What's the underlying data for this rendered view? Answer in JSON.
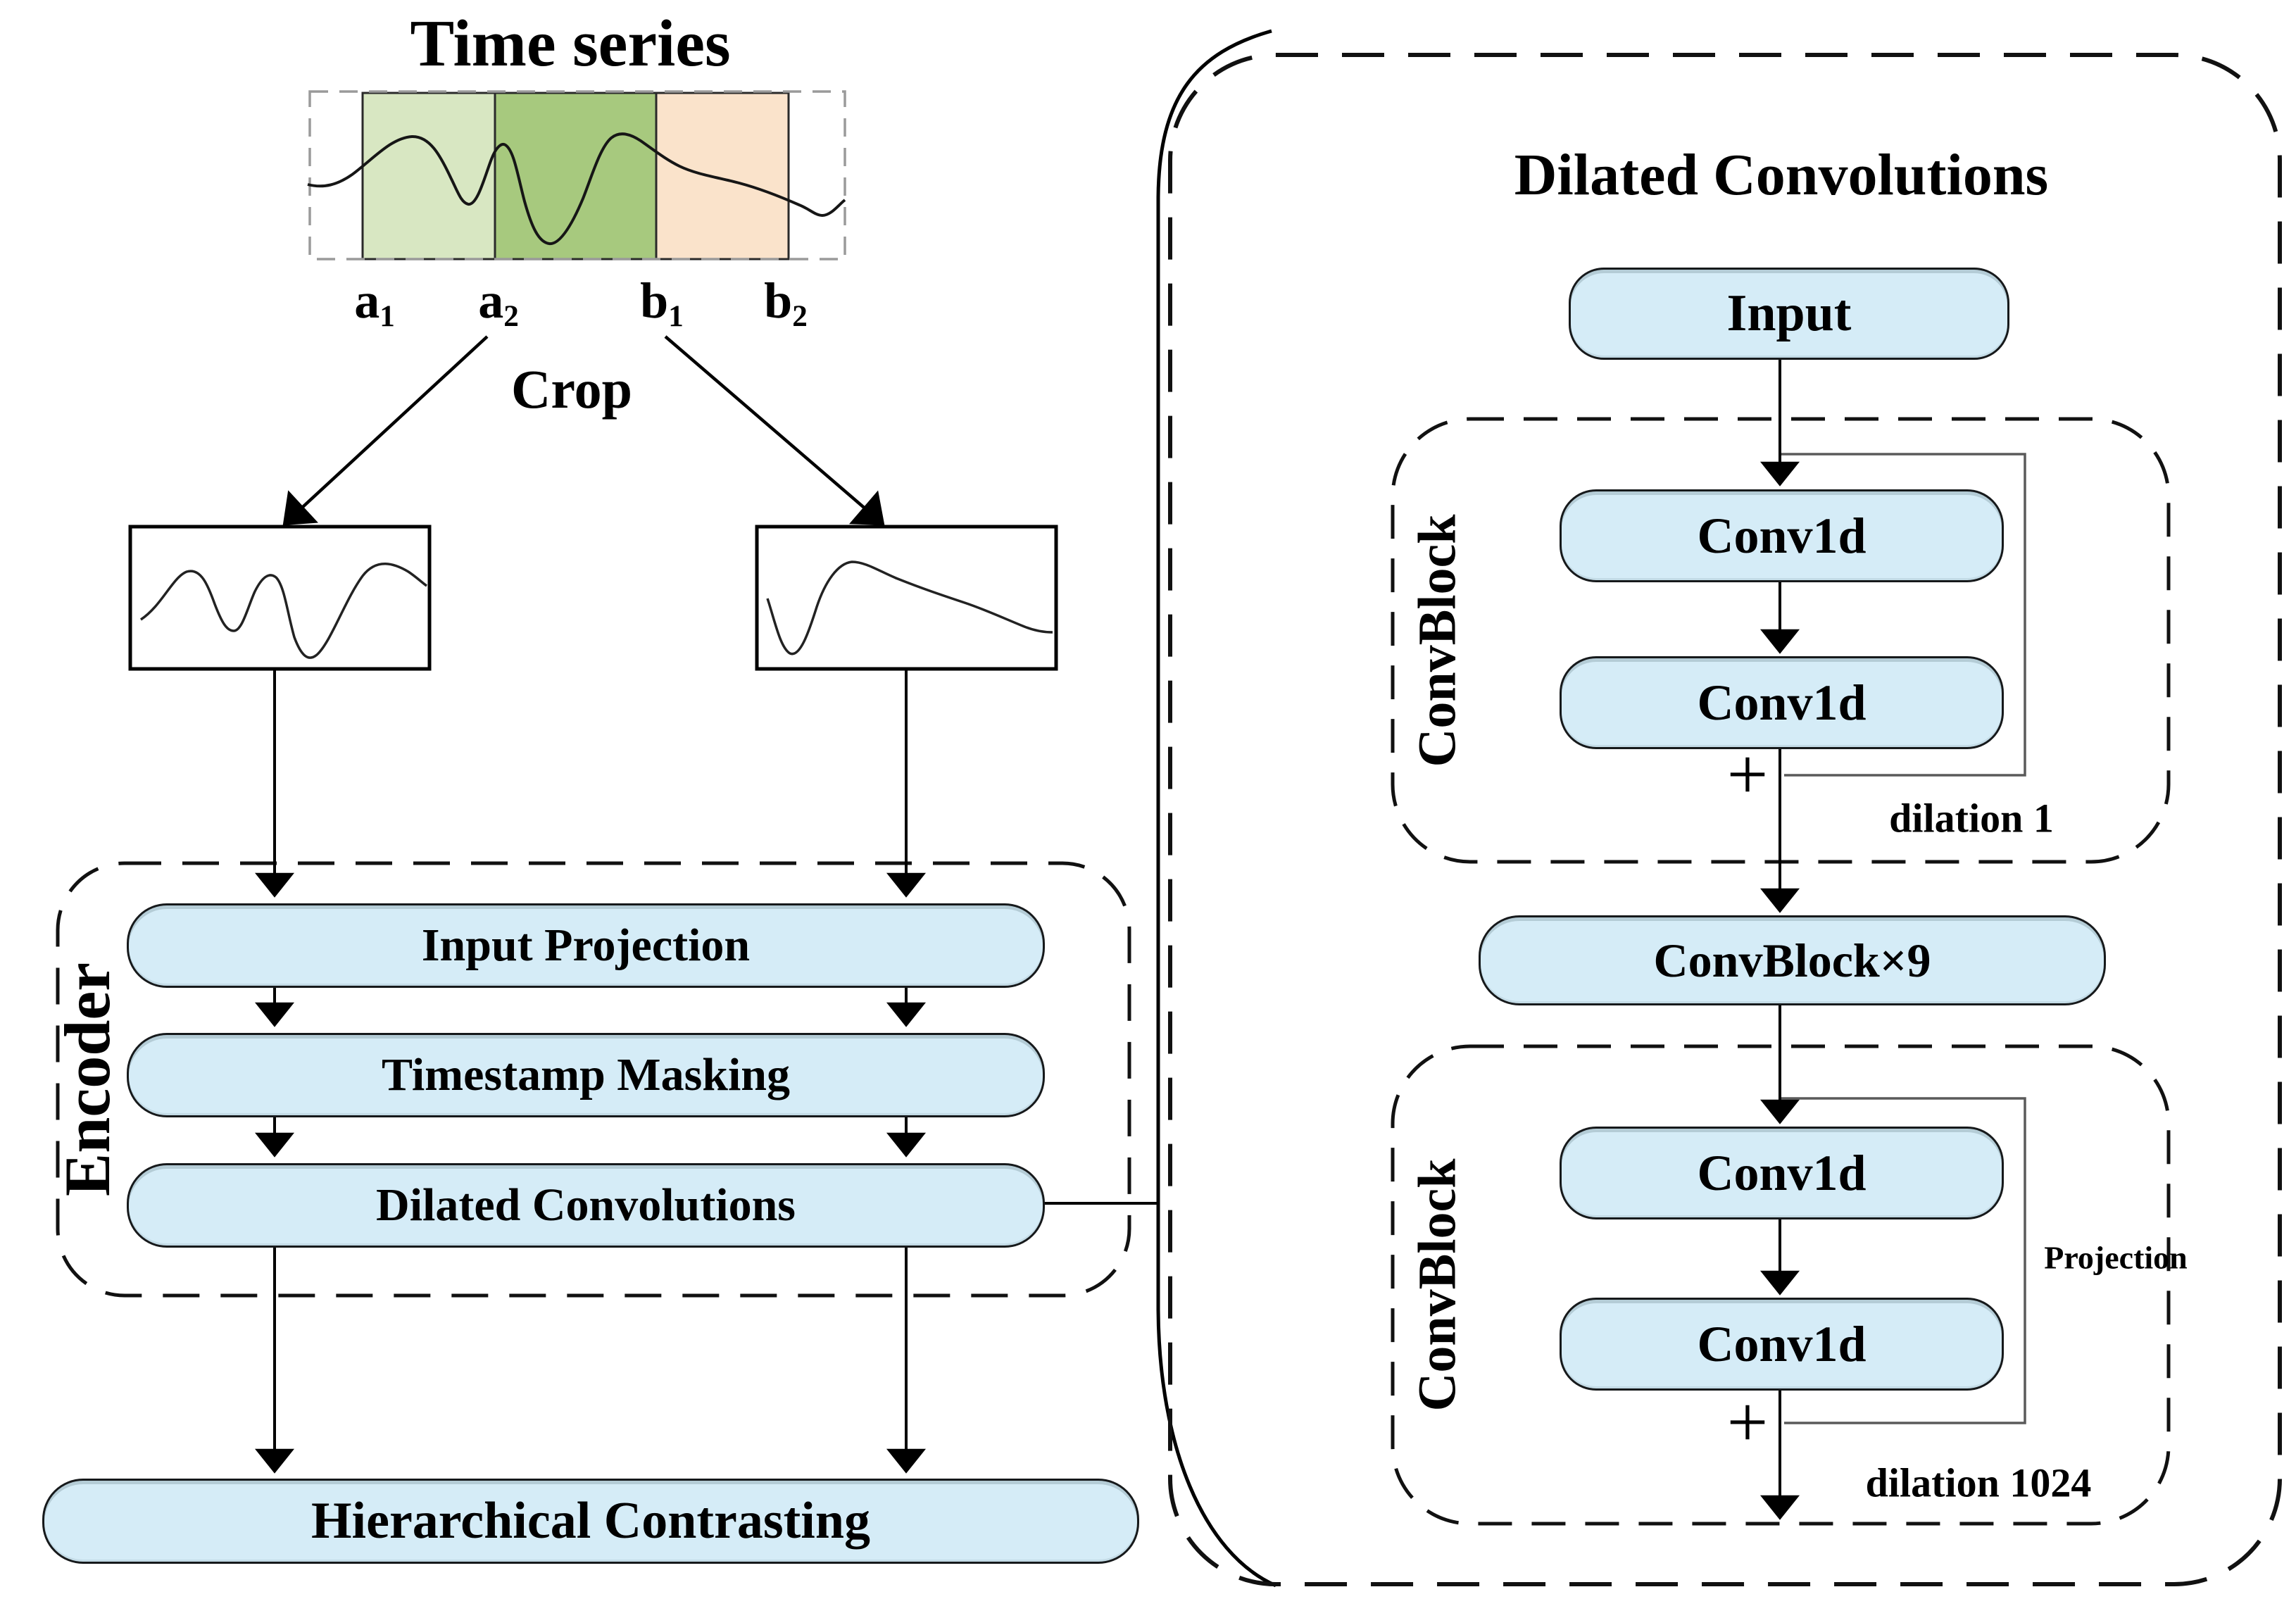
{
  "left": {
    "title": "Time series",
    "crop_label": "Crop",
    "segment_labels": [
      {
        "base": "a",
        "sub": "1"
      },
      {
        "base": "a",
        "sub": "2"
      },
      {
        "base": "b",
        "sub": "1"
      },
      {
        "base": "b",
        "sub": "2"
      }
    ],
    "encoder": {
      "label": "Encoder",
      "pills": [
        "Input Projection",
        "Timestamp Masking",
        "Dilated Convolutions"
      ]
    },
    "output_pill": "Hierarchical Contrasting"
  },
  "right": {
    "title": "Dilated Convolutions",
    "input_pill": "Input",
    "middle_pill": "ConvBlock×9",
    "conv_blocks": [
      {
        "label": "ConvBlock",
        "conv1": "Conv1d",
        "conv2": "Conv1d",
        "plus": "+",
        "dilation": "dilation 1"
      },
      {
        "label": "ConvBlock",
        "conv1": "Conv1d",
        "conv2": "Conv1d",
        "plus": "+",
        "dilation": "dilation 1024",
        "projection": "Projection"
      }
    ]
  },
  "colors": {
    "pill-fill": "#d5ecf7",
    "pill-border": "#16191b",
    "seg-left": "#d8e7c2",
    "seg-overlap": "#a7c97e",
    "seg-right": "#fae3cb",
    "line": "#000000",
    "residual": "#5a5a5a",
    "strip-dash": "#9a9a9a"
  }
}
